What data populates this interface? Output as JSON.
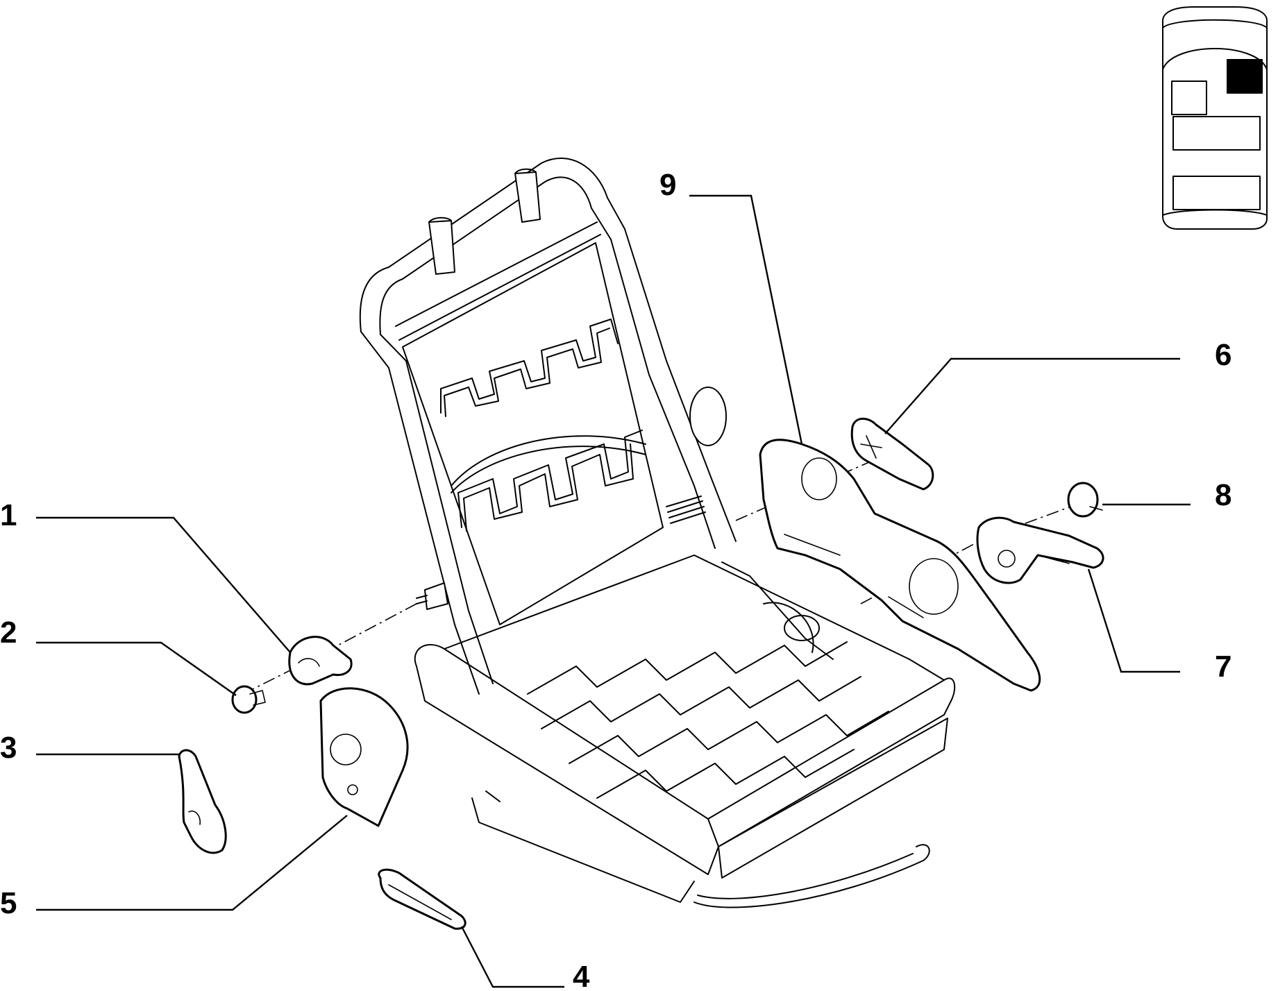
{
  "diagram": {
    "callouts": [
      {
        "id": "1",
        "label": "1"
      },
      {
        "id": "2",
        "label": "2"
      },
      {
        "id": "3",
        "label": "3"
      },
      {
        "id": "4",
        "label": "4"
      },
      {
        "id": "5",
        "label": "5"
      },
      {
        "id": "6",
        "label": "6"
      },
      {
        "id": "7",
        "label": "7"
      },
      {
        "id": "8",
        "label": "8"
      },
      {
        "id": "9",
        "label": "9"
      }
    ],
    "locator": {
      "highlighted_seat": "front-right",
      "highlight_color": "#000000"
    },
    "colors": {
      "line": "#000000",
      "background": "#ffffff"
    }
  }
}
